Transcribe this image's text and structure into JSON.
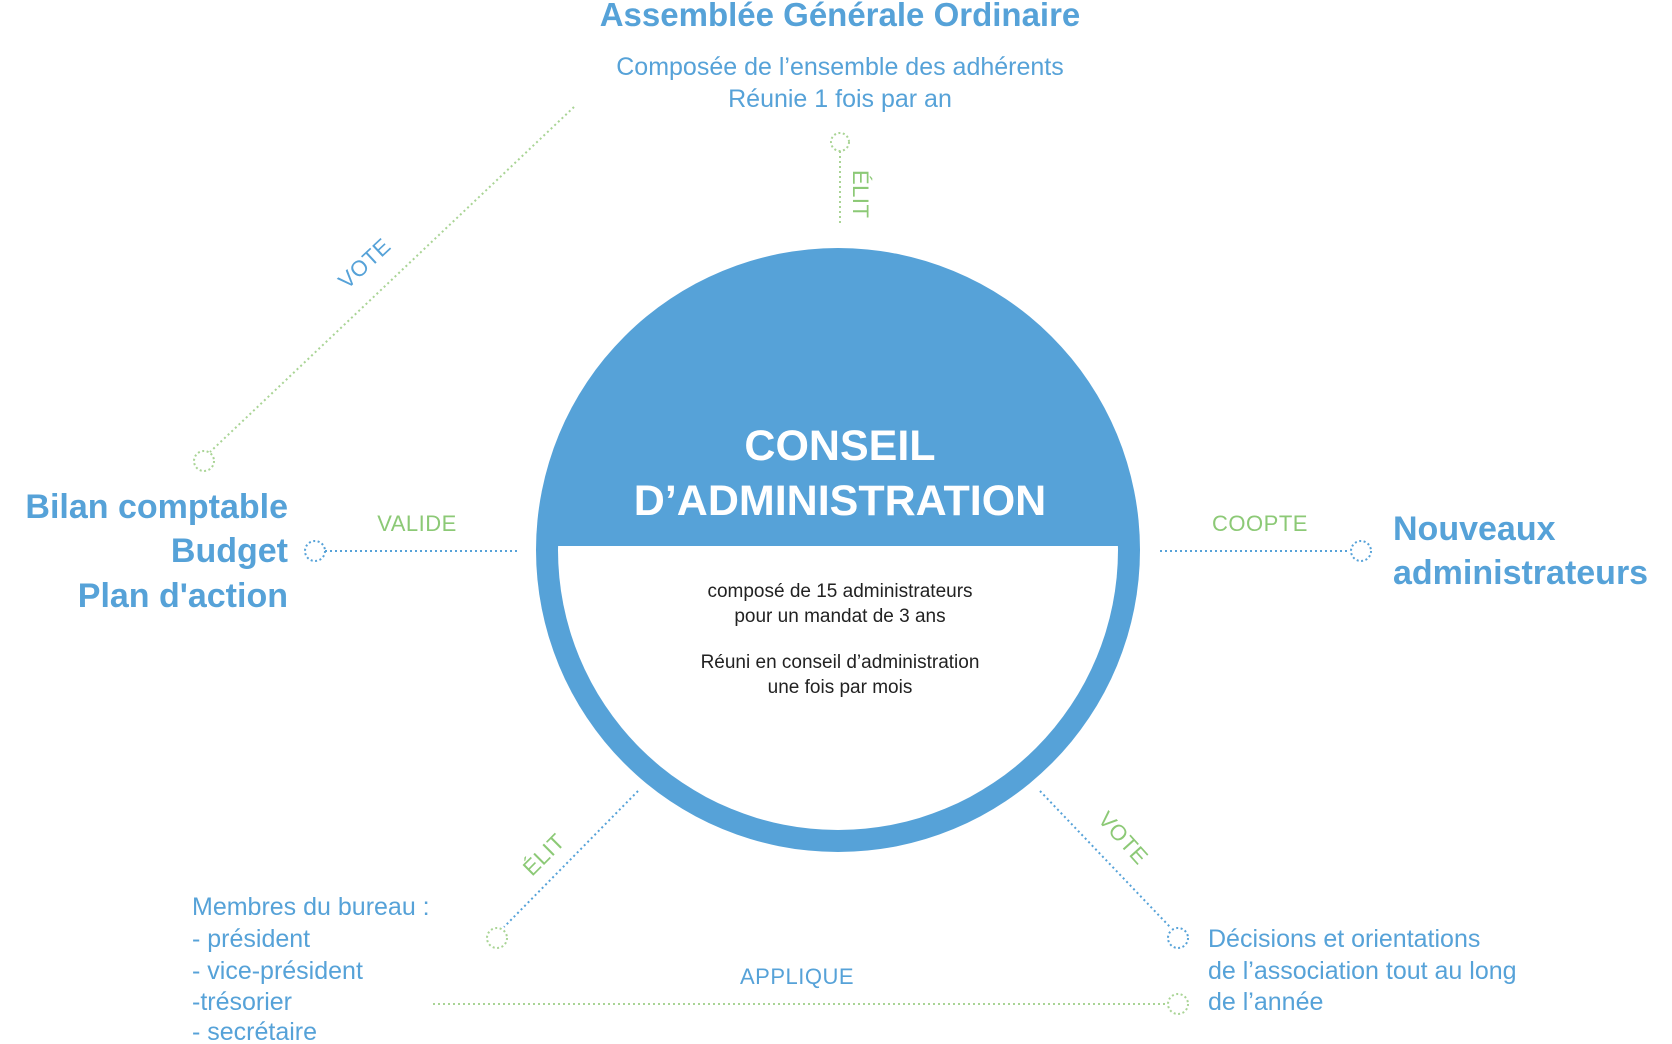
{
  "colors": {
    "primary_blue": "#56a2d8",
    "accent_green": "#8cc976",
    "background": "#ffffff",
    "body_text": "#222222"
  },
  "center": {
    "title_line1": "CONSEIL",
    "title_line2": "D’ADMINISTRATION",
    "body": [
      "composé de 15 administrateurs",
      "pour un mandat de 3 ans",
      "Réuni en conseil d’administration",
      "une fois par mois"
    ]
  },
  "assemblee": {
    "title": "Assemblée Générale Ordinaire",
    "lines": [
      "Composée de l’ensemble des adhérents",
      "Réunie 1 fois par an"
    ]
  },
  "bilan": {
    "lines": [
      "Bilan comptable",
      "Budget",
      "Plan d'action"
    ]
  },
  "nouveaux": {
    "lines": [
      "Nouveaux",
      "administrateurs"
    ]
  },
  "bureau": {
    "lines": [
      "Membres du bureau :",
      "- président",
      "- vice-président",
      "-trésorier",
      "- secrétaire"
    ]
  },
  "decisions": {
    "lines": [
      "Décisions et orientations",
      "de l’association tout au long",
      "de l’année"
    ]
  },
  "edges": {
    "elit_top": "ÉLIT",
    "vote_left": "VOTE",
    "valide": "VALIDE",
    "coopte": "COOPTE",
    "elit_bottom": "ÉLIT",
    "vote_right": "VOTE",
    "applique": "APPLIQUE"
  }
}
